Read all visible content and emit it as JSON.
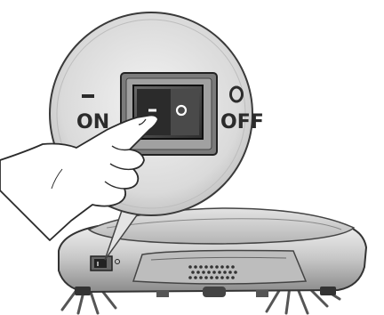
{
  "labels": {
    "on": "ON",
    "off": "OFF"
  },
  "switch_symbols": {
    "on": "–",
    "off": "O"
  },
  "icons": {
    "on_symbol": "line-icon",
    "off_symbol": "circle-icon",
    "hand": "pointing-hand-icon",
    "robot": "robot-vacuum"
  }
}
